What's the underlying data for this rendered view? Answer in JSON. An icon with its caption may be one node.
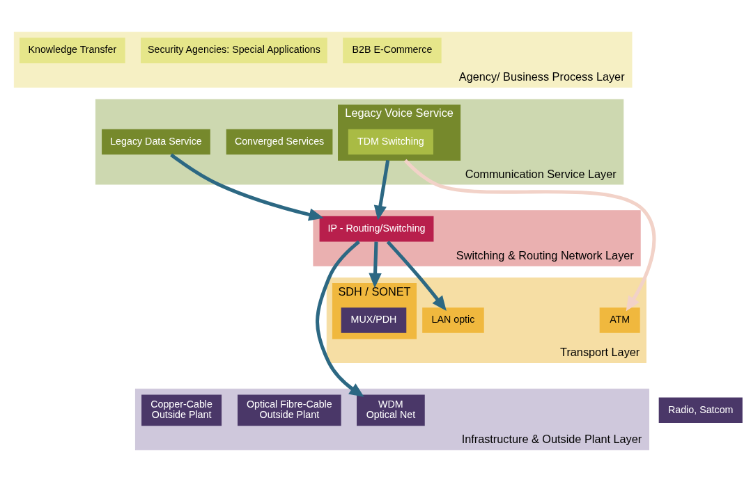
{
  "diagram": {
    "nodes": [
      {
        "text": [
          "Agency/ Business Process Layer"
        ]
      },
      {
        "text": [
          "Knowledge Transfer"
        ],
        "in": 0
      },
      {
        "text": [
          "Security Agencies: Special Applications"
        ],
        "in": 0
      },
      {
        "text": [
          "B2B E-Commerce"
        ],
        "in": 0
      },
      {
        "text": [
          "Communication Service Layer"
        ]
      },
      {
        "text": [
          "Legacy Voice Service"
        ],
        "in": 4
      },
      {
        "text": [
          "TDM Switching"
        ],
        "in": 5
      },
      {
        "text": [
          "Converged Services"
        ],
        "in": 4
      },
      {
        "text": [
          "Legacy Data Service"
        ],
        "in": 4
      },
      {
        "text": [
          "Switching & Routing Network Layer"
        ]
      },
      {
        "text": [
          "IP - Routing/Switching"
        ],
        "in": 9
      },
      {
        "text": [
          "Transport Layer"
        ]
      },
      {
        "text": [
          "ATM"
        ],
        "in": 11
      },
      {
        "text": [
          "SDH / SONET"
        ],
        "in": 11
      },
      {
        "text": [
          "MUX/PDH"
        ],
        "in": 13
      },
      {
        "text": [
          "LAN optic"
        ],
        "in": 11
      },
      {
        "text": [
          "Infrastructure & Outside Plant Layer"
        ]
      },
      {
        "text": [
          "Radio, Satcom"
        ]
      },
      {
        "text": [
          "Copper-Cable",
          "Outside Plant"
        ],
        "in": 16
      },
      {
        "text": [
          "Optical Fibre-Cable",
          "Outside Plant"
        ],
        "in": 16
      },
      {
        "text": [
          "WDM",
          "Optical Net"
        ],
        "in": 16
      }
    ],
    "edges": [
      {
        "from": 5,
        "to": 12,
        "arrow": "to",
        "color": "#f2d2c8"
      },
      {
        "from": 5,
        "to": 10,
        "arrow": "to"
      },
      {
        "from": 8,
        "to": 10,
        "arrow": "to"
      },
      {
        "from": 10,
        "to": 13,
        "arrow": "to"
      },
      {
        "from": 10,
        "to": 15,
        "arrow": "to"
      },
      {
        "from": 10,
        "to": 20,
        "arrow": "to"
      }
    ]
  }
}
